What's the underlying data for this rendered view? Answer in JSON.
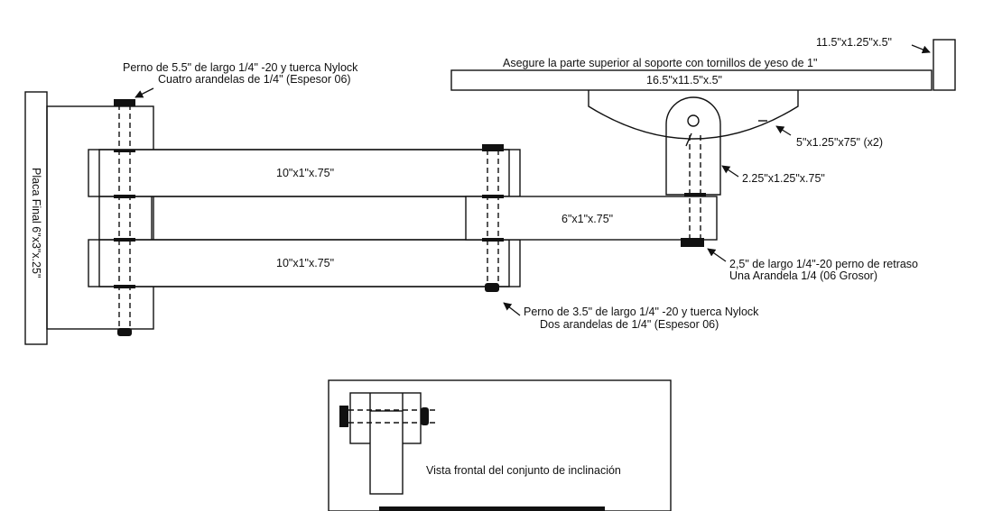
{
  "labels": {
    "top_bolt_line1": "Perno de 5.5\" de largo 1/4\" -20 y tuerca Nylock",
    "top_bolt_line2": "Cuatro arandelas de 1/4\" (Espesor 06)",
    "secure_top": "Asegure la parte superior al soporte con tornillos de yeso de 1\"",
    "top_plate_dim": "11.5\"x1.25\"x.5\"",
    "top_board_dim": "16.5\"x11.5\"x.5\"",
    "arc_dim": "5\"x1.25\"x75\" (x2)",
    "pivot_dim": "2.25\"x1.25\"x.75\"",
    "end_plate": "Placa Final 6\"x3\"x.25\"",
    "arm_upper": "10\"x1\"x.75\"",
    "arm_lower": "10\"x1\"x.75\"",
    "arm_short": "6\"x1\"x.75\"",
    "back_bolt_line1": "2,5\" de largo 1/4\"-20 perno de retraso",
    "back_bolt_line2": "Una Arandela 1/4 (06 Grosor)",
    "mid_bolt_line1": "Perno de 3.5\" de largo 1/4\" -20 y tuerca Nylock",
    "mid_bolt_line2": "Dos arandelas de 1/4\" (Espesor 06)",
    "front_view": "Vista frontal del conjunto de inclinación"
  },
  "colors": {
    "line": "#111111",
    "background": "#ffffff"
  }
}
